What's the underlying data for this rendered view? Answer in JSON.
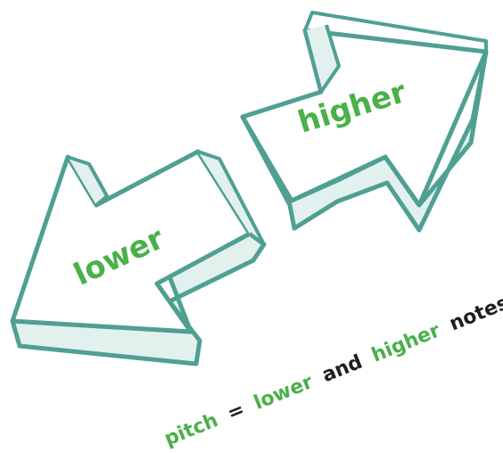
{
  "arrow_labels": {
    "lower": "lower",
    "higher": "higher"
  },
  "caption": {
    "word_pitch": "pitch",
    "equals": "=",
    "word_lower": "lower",
    "word_and": "and",
    "word_higher": "higher",
    "word_notes": "notes"
  },
  "colors": {
    "arrow_outline": "#4fa093",
    "arrow_face": "#ffffff",
    "arrow_side": "#e3f1ee",
    "label_green": "#4ab04a",
    "caption_dark": "#1e1e1e"
  }
}
